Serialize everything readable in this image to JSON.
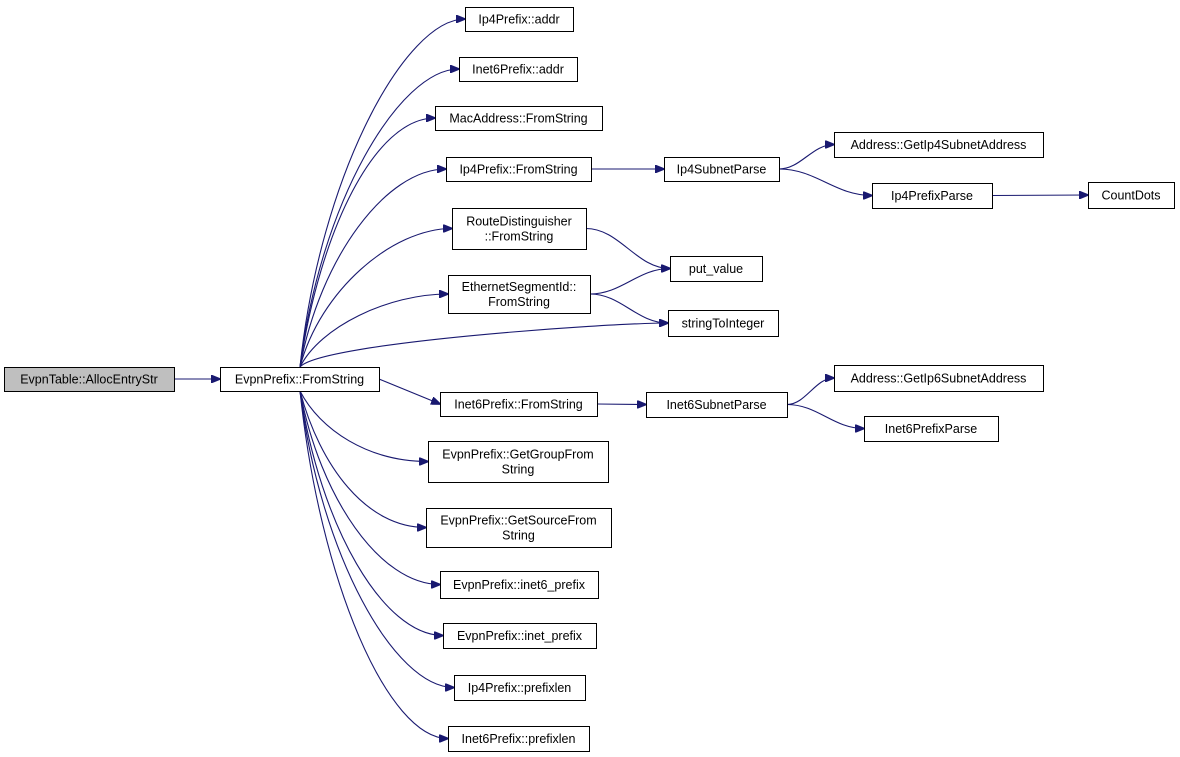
{
  "nodes": [
    {
      "id": "alloc",
      "lines": [
        "EvpnTable::AllocEntryStr"
      ],
      "highlighted": true
    },
    {
      "id": "fromstring",
      "lines": [
        "EvpnPrefix::FromString"
      ]
    },
    {
      "id": "ip4addr",
      "lines": [
        "Ip4Prefix::addr"
      ]
    },
    {
      "id": "inet6addr",
      "lines": [
        "Inet6Prefix::addr"
      ]
    },
    {
      "id": "macfrom",
      "lines": [
        "MacAddress::FromString"
      ]
    },
    {
      "id": "ip4from",
      "lines": [
        "Ip4Prefix::FromString"
      ]
    },
    {
      "id": "rdfrom",
      "lines": [
        "RouteDistinguisher",
        "::FromString"
      ]
    },
    {
      "id": "esifrom",
      "lines": [
        "EthernetSegmentId::",
        "FromString"
      ]
    },
    {
      "id": "inet6from",
      "lines": [
        "Inet6Prefix::FromString"
      ]
    },
    {
      "id": "getgroup",
      "lines": [
        "EvpnPrefix::GetGroupFrom",
        "String"
      ]
    },
    {
      "id": "getsource",
      "lines": [
        "EvpnPrefix::GetSourceFrom",
        "String"
      ]
    },
    {
      "id": "inet6pfx",
      "lines": [
        "EvpnPrefix::inet6_prefix"
      ]
    },
    {
      "id": "inetpfx",
      "lines": [
        "EvpnPrefix::inet_prefix"
      ]
    },
    {
      "id": "ip4len",
      "lines": [
        "Ip4Prefix::prefixlen"
      ]
    },
    {
      "id": "inet6len",
      "lines": [
        "Inet6Prefix::prefixlen"
      ]
    },
    {
      "id": "ip4subnet",
      "lines": [
        "Ip4SubnetParse"
      ]
    },
    {
      "id": "putvalue",
      "lines": [
        "put_value"
      ]
    },
    {
      "id": "stoi",
      "lines": [
        "stringToInteger"
      ]
    },
    {
      "id": "inet6subnet",
      "lines": [
        "Inet6SubnetParse"
      ]
    },
    {
      "id": "getip4",
      "lines": [
        "Address::GetIp4SubnetAddress"
      ]
    },
    {
      "id": "ip4parse",
      "lines": [
        "Ip4PrefixParse"
      ]
    },
    {
      "id": "getip6",
      "lines": [
        "Address::GetIp6SubnetAddress"
      ]
    },
    {
      "id": "inet6parse",
      "lines": [
        "Inet6PrefixParse"
      ]
    },
    {
      "id": "countdots",
      "lines": [
        "CountDots"
      ]
    }
  ],
  "edges": [
    {
      "from": "alloc",
      "to": "fromstring"
    },
    {
      "from": "fromstring",
      "to": "ip4addr"
    },
    {
      "from": "fromstring",
      "to": "inet6addr"
    },
    {
      "from": "fromstring",
      "to": "macfrom"
    },
    {
      "from": "fromstring",
      "to": "ip4from"
    },
    {
      "from": "fromstring",
      "to": "rdfrom"
    },
    {
      "from": "fromstring",
      "to": "esifrom"
    },
    {
      "from": "fromstring",
      "to": "stoi"
    },
    {
      "from": "fromstring",
      "to": "inet6from"
    },
    {
      "from": "fromstring",
      "to": "getgroup"
    },
    {
      "from": "fromstring",
      "to": "getsource"
    },
    {
      "from": "fromstring",
      "to": "inet6pfx"
    },
    {
      "from": "fromstring",
      "to": "inetpfx"
    },
    {
      "from": "fromstring",
      "to": "ip4len"
    },
    {
      "from": "fromstring",
      "to": "inet6len"
    },
    {
      "from": "ip4from",
      "to": "ip4subnet"
    },
    {
      "from": "ip4subnet",
      "to": "getip4"
    },
    {
      "from": "ip4subnet",
      "to": "ip4parse"
    },
    {
      "from": "ip4parse",
      "to": "countdots"
    },
    {
      "from": "rdfrom",
      "to": "putvalue"
    },
    {
      "from": "esifrom",
      "to": "putvalue"
    },
    {
      "from": "esifrom",
      "to": "stoi"
    },
    {
      "from": "inet6from",
      "to": "inet6subnet"
    },
    {
      "from": "inet6subnet",
      "to": "getip6"
    },
    {
      "from": "inet6subnet",
      "to": "inet6parse"
    }
  ],
  "colors": {
    "edge": "#191970",
    "node_fill": "#ffffff",
    "highlight_fill": "#bfbfbf",
    "border": "#000000"
  }
}
